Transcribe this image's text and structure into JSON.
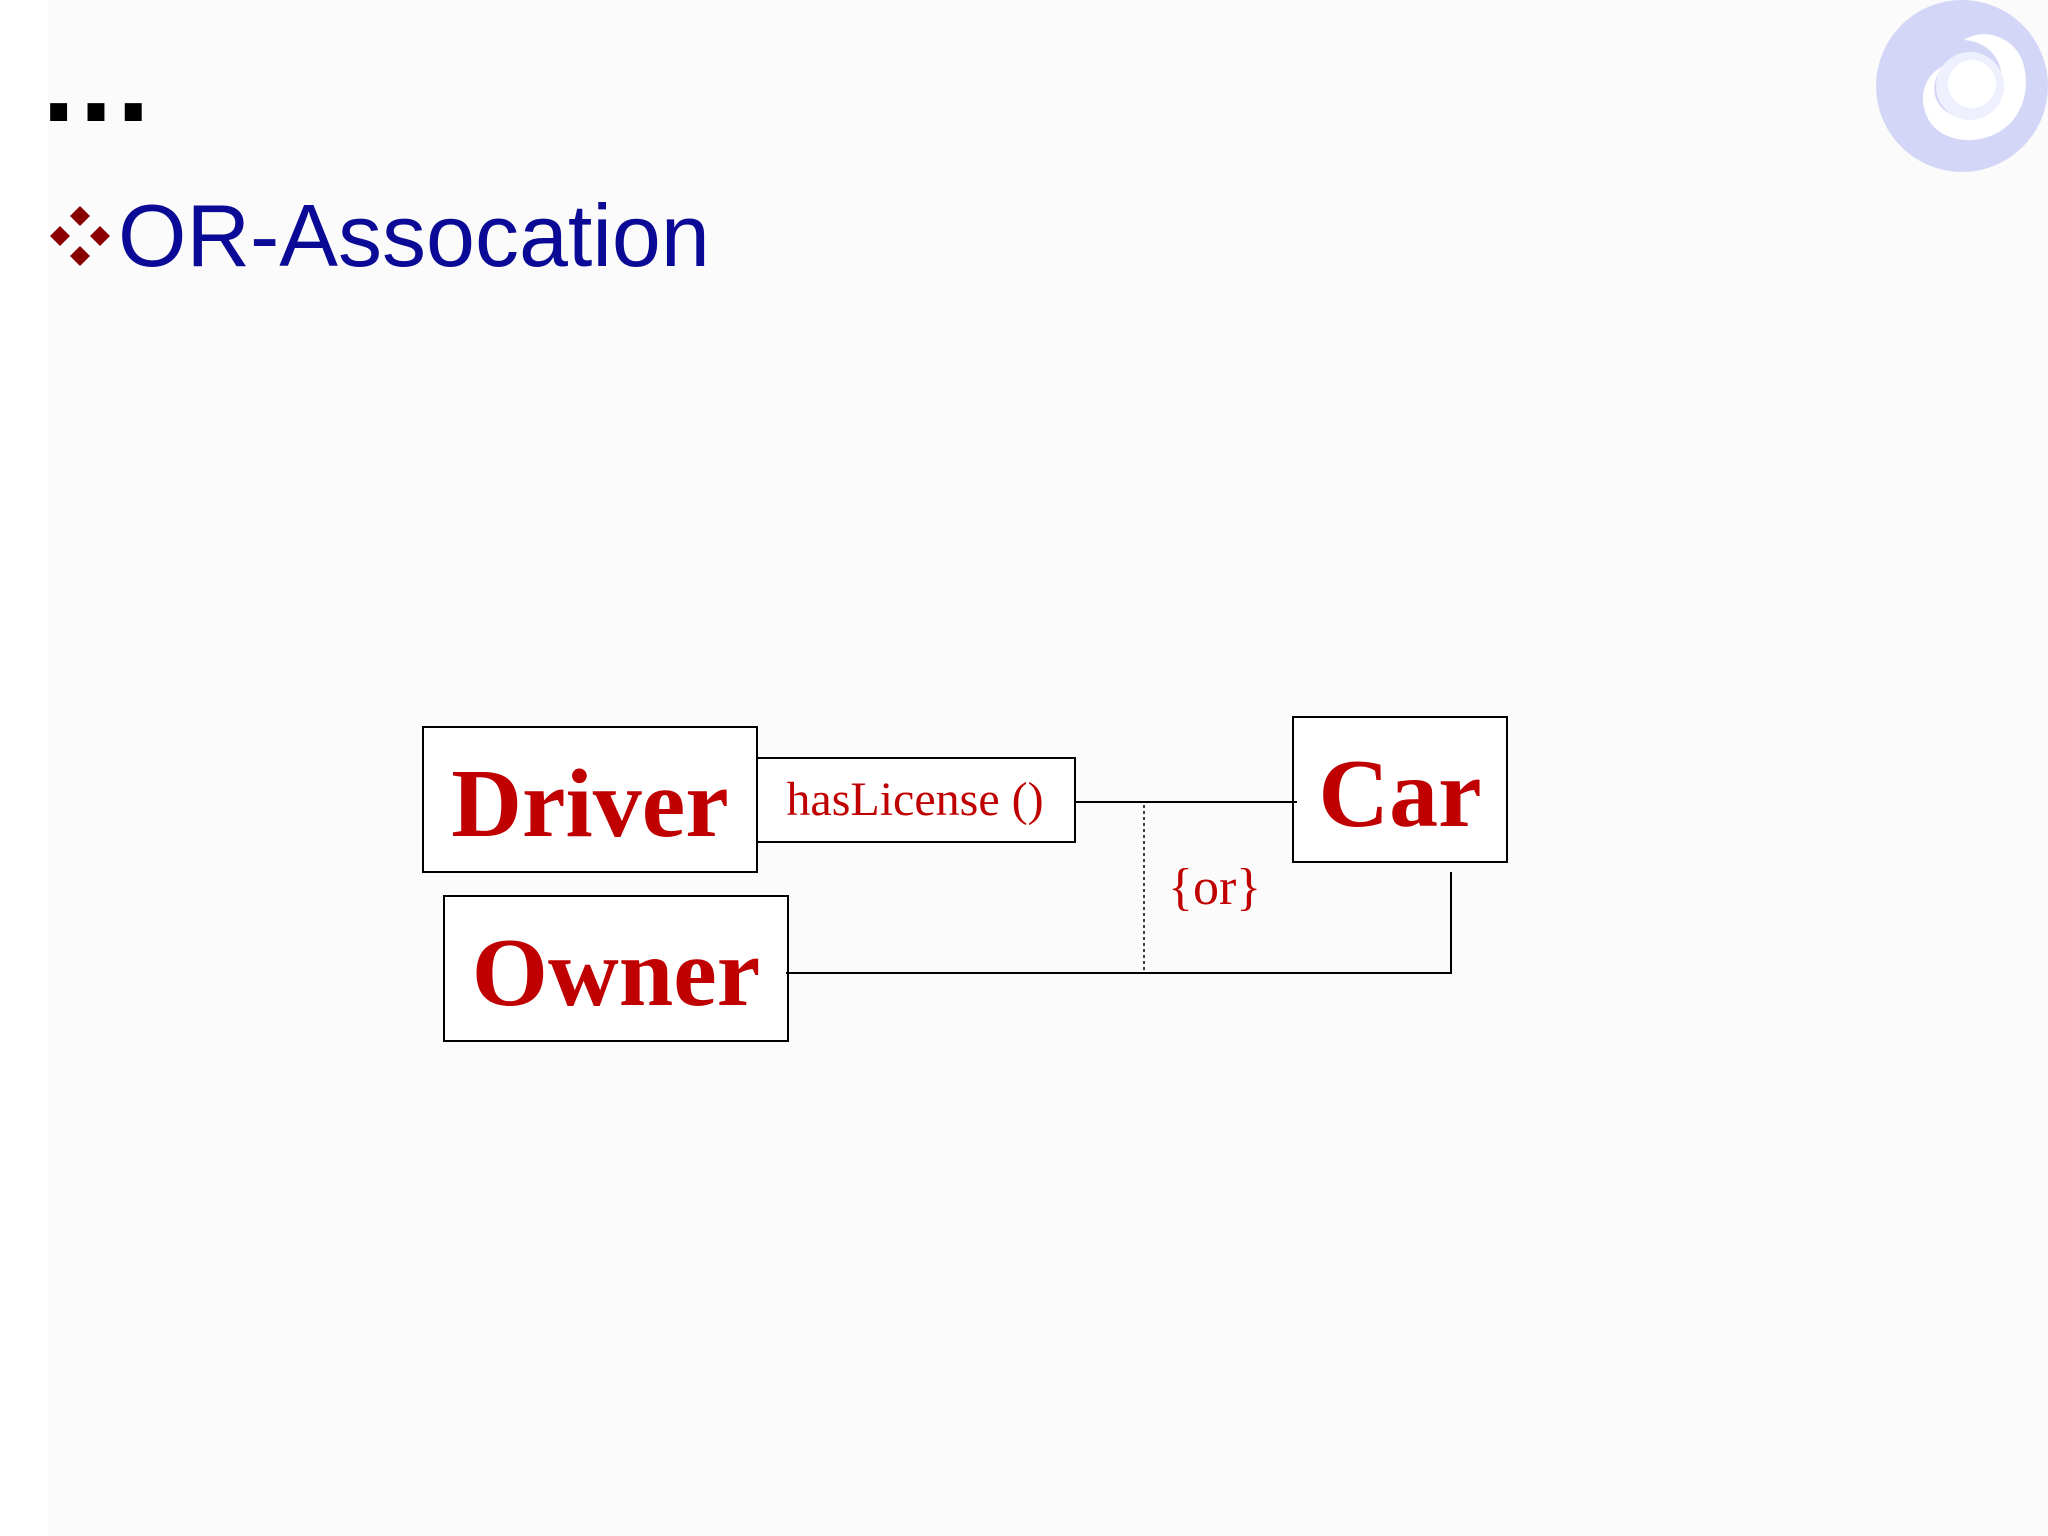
{
  "slide": {
    "ellipsis": "...",
    "title": "OR-Assocation",
    "bullet_icon": "diamond-cluster-icon",
    "logo_icon": "swirl-logo-icon",
    "colors": {
      "title": "#0a0a96",
      "bullet": "#8b0000",
      "class_text": "#c00000",
      "logo": "#d4d6f8"
    }
  },
  "diagram": {
    "classes": {
      "driver": "Driver",
      "owner": "Owner",
      "car": "Car"
    },
    "association_label": "hasLicense ()",
    "constraint": "{or}"
  }
}
